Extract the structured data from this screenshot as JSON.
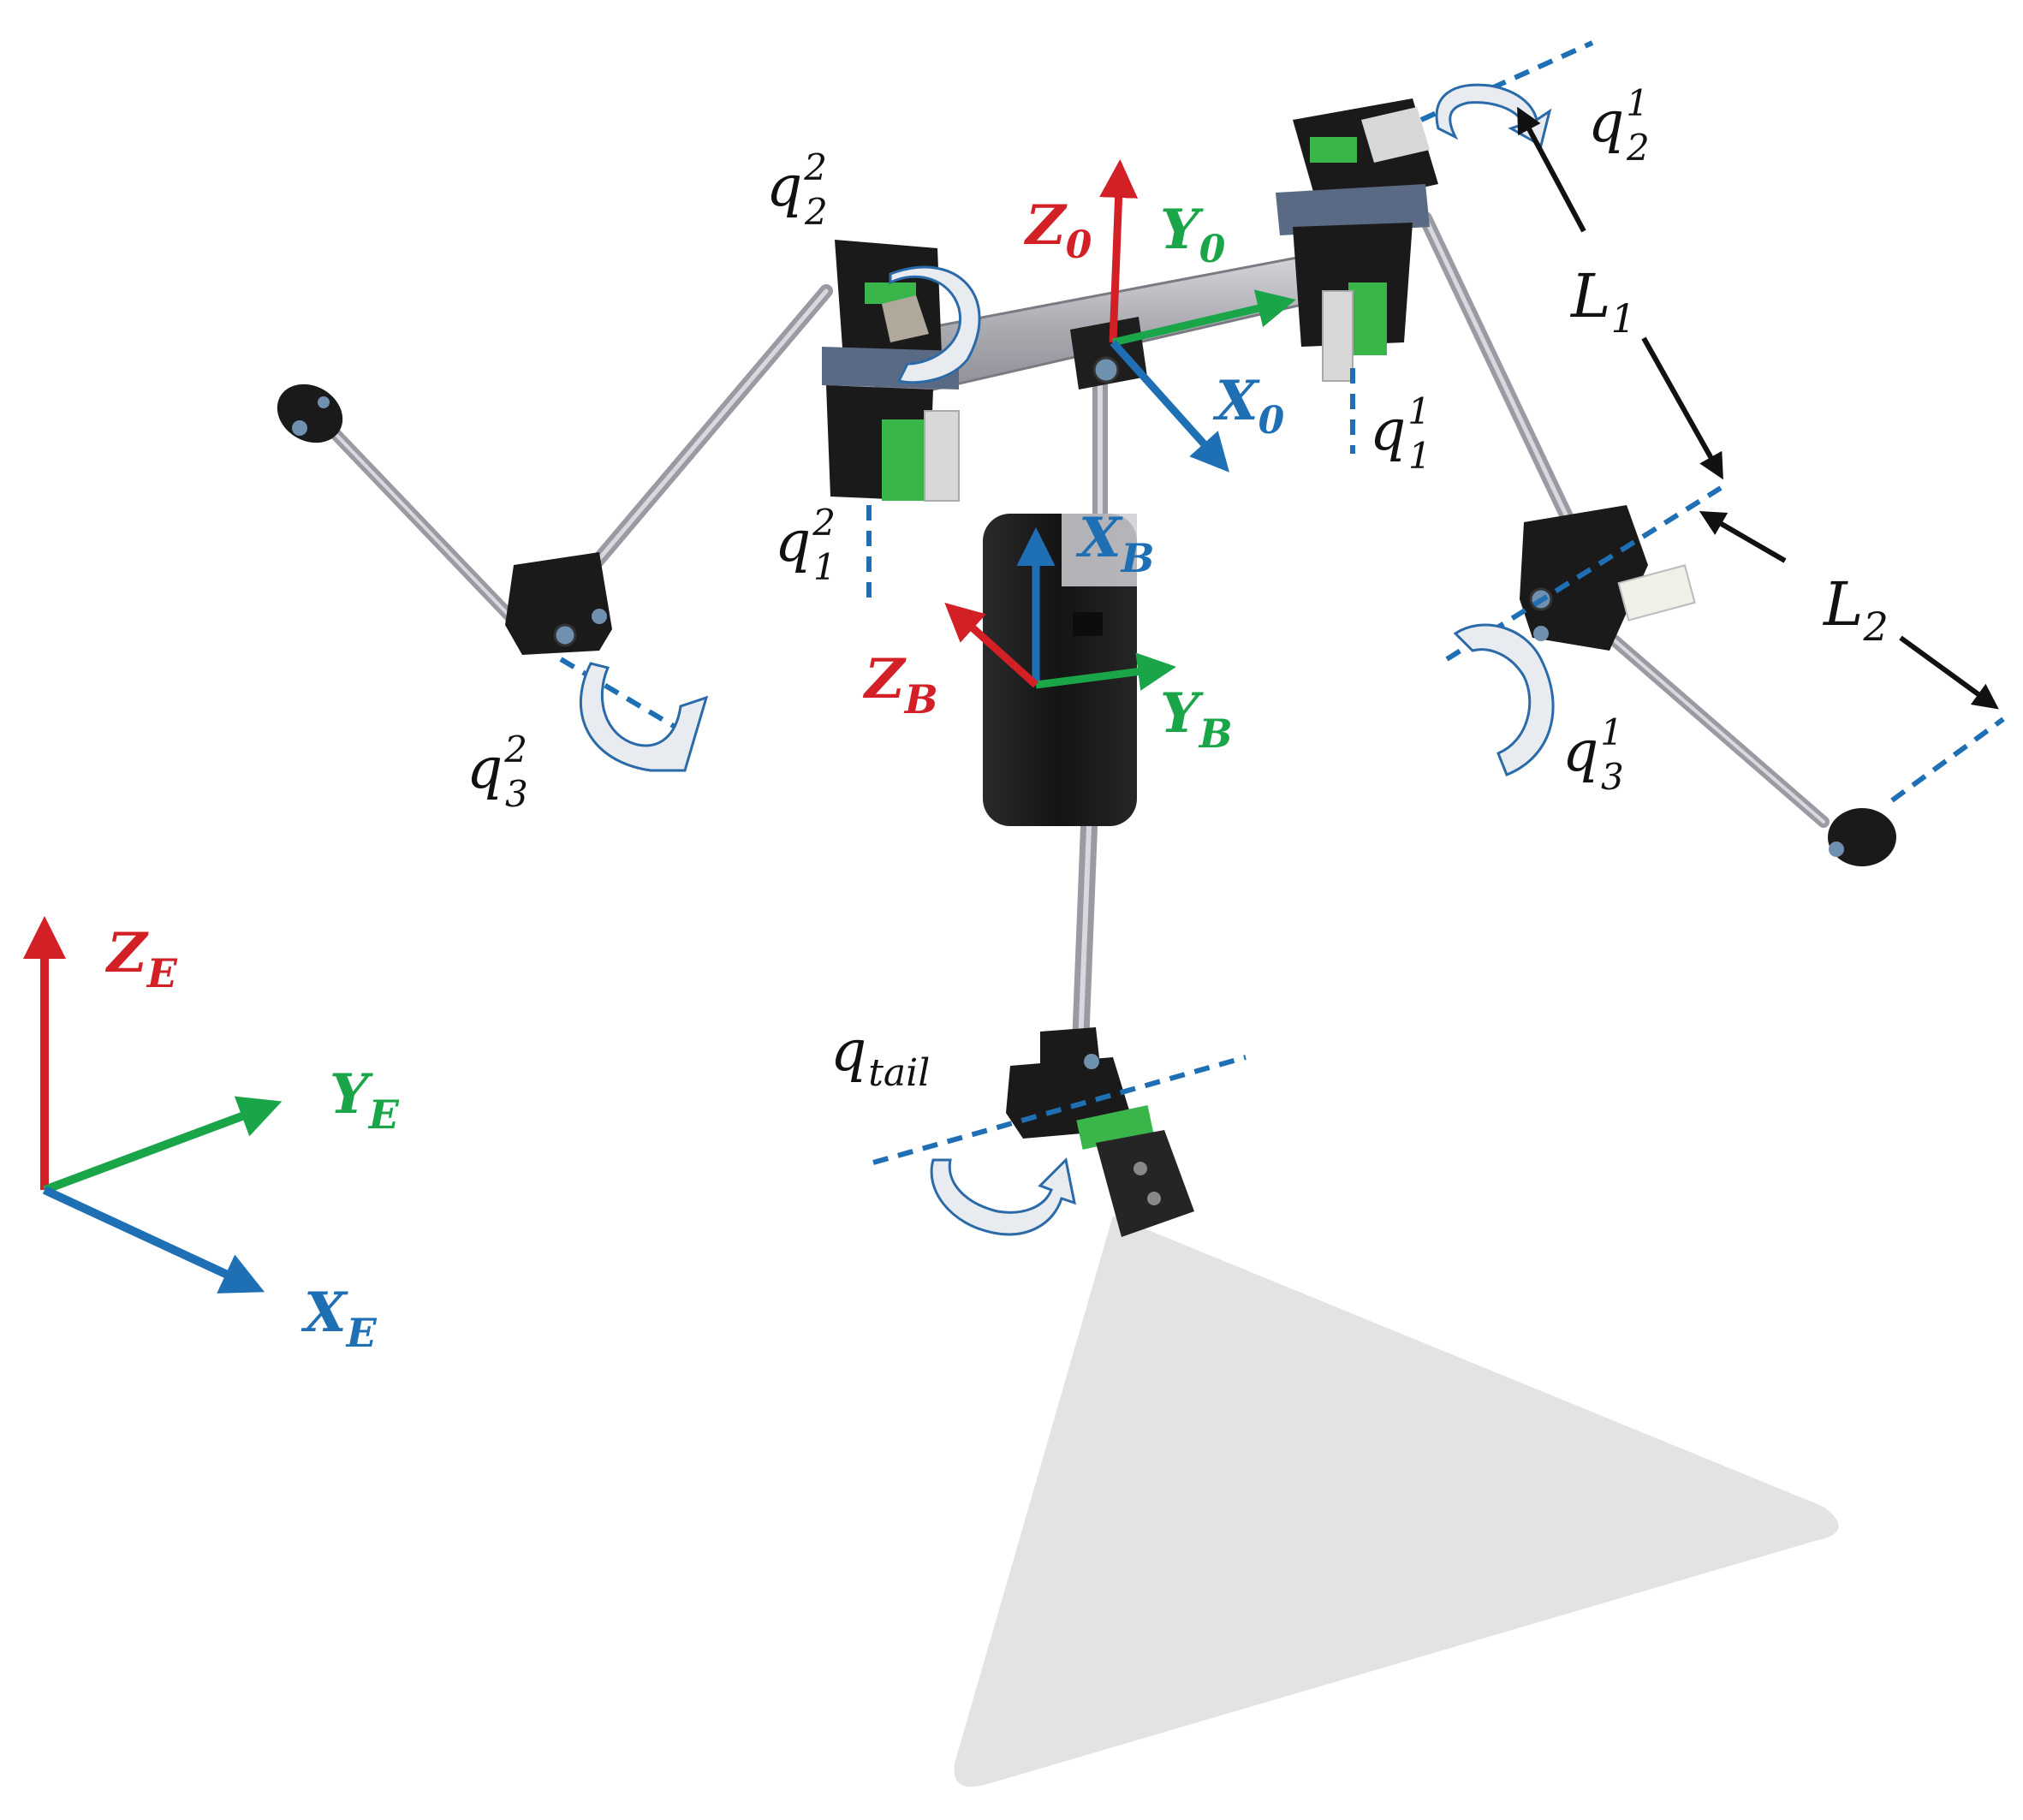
{
  "colors": {
    "z_axis": "#d31f26",
    "y_axis": "#1aa548",
    "x_axis": "#1f6fb4",
    "label_black": "#111111",
    "tail_fin": "#e3e3e3",
    "servo_green": "#39b54a",
    "body_black": "#1a1a1a"
  },
  "labels": {
    "world_frame": {
      "z": {
        "base": "Z",
        "sub": "E"
      },
      "y": {
        "base": "Y",
        "sub": "E"
      },
      "x": {
        "base": "X",
        "sub": "E"
      }
    },
    "base_frame": {
      "z": {
        "base": "Z",
        "sub": "0"
      },
      "y": {
        "base": "Y",
        "sub": "0"
      },
      "x": {
        "base": "X",
        "sub": "0"
      }
    },
    "body_frame": {
      "z": {
        "base": "Z",
        "sub": "B"
      },
      "y": {
        "base": "Y",
        "sub": "B"
      },
      "x": {
        "base": "X",
        "sub": "B"
      }
    },
    "joints": {
      "q2_2": {
        "base": "q",
        "sub": "2",
        "sup": "2"
      },
      "q1_2": {
        "base": "q",
        "sub": "1",
        "sup": "2"
      },
      "q3_2": {
        "base": "q",
        "sub": "3",
        "sup": "2"
      },
      "q2_1": {
        "base": "q",
        "sub": "2",
        "sup": "1"
      },
      "q1_1": {
        "base": "q",
        "sub": "1",
        "sup": "1"
      },
      "q3_1": {
        "base": "q",
        "sub": "3",
        "sup": "1"
      },
      "q_tail": {
        "base": "q",
        "sub": "tail"
      }
    },
    "links": {
      "L1": {
        "base": "L",
        "sub": "1"
      },
      "L2": {
        "base": "L",
        "sub": "2"
      }
    }
  },
  "icons": {
    "axis_arrow": "arrow-icon",
    "rotation": "rotation-arrow-icon",
    "servo": "servo-motor-icon"
  }
}
